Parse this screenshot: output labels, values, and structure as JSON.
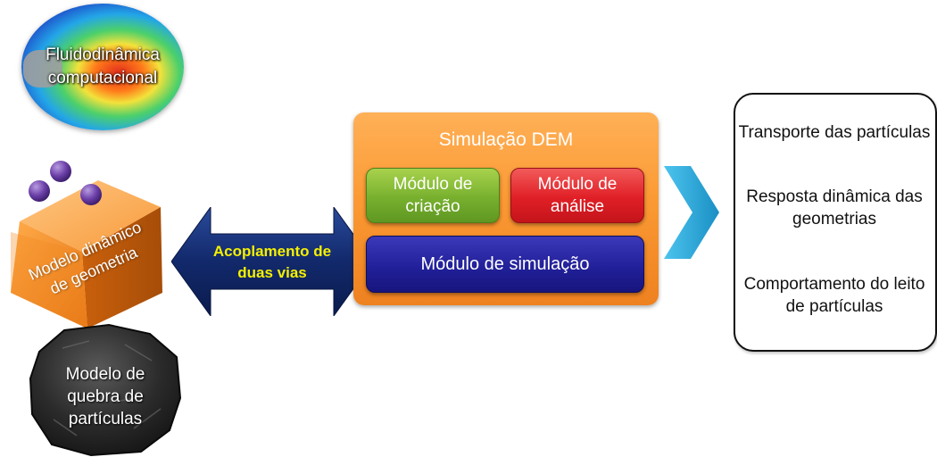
{
  "diagram": {
    "cfd_label": "Fluidodinâmica computacional",
    "geometry_model_label": "Modelo dinâmico de geometria",
    "breakage_model_label": "Modelo de quebra de partículas",
    "coupling_label": "Acoplamento de duas vias",
    "dem": {
      "title": "Simulação DEM",
      "creation_module": "Módulo de criação",
      "analysis_module": "Módulo de análise",
      "simulation_module": "Módulo de simulação"
    },
    "results": [
      "Transporte das partículas",
      "Resposta dinâmica das geometrias",
      "Comportamento do leito de partículas"
    ],
    "colors": {
      "dem_box": "#fb9a34",
      "creation_module": "#77b02e",
      "analysis_module": "#e01f26",
      "simulation_module": "#22209a",
      "coupling_arrow": "#12296b",
      "coupling_text": "#f5f000",
      "chevron": "#2ba6d6",
      "cube": "#f48a1f",
      "particles": "#6b3fa8"
    }
  }
}
